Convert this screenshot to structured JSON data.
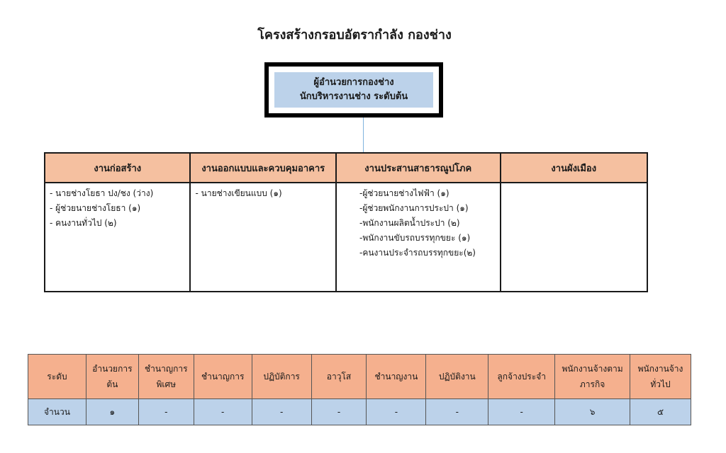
{
  "title": "โครงสร้างกรอบอัตรากำลัง กองช่าง",
  "head": {
    "line1": "ผู้อำนวยการกองช่าง",
    "line2": "นักบริหารงานช่าง ระดับต้น"
  },
  "divisions": [
    {
      "name": "งานก่อสร้าง",
      "members": [
        "- นายช่างโยธา ปง/ชง (ว่าง)",
        "- ผู้ช่วยนายช่างโยธา (๑)",
        "- คนงานทั่วไป (๒)"
      ]
    },
    {
      "name": "งานออกแบบและควบคุมอาคาร",
      "members": [
        "- นายช่างเขียนแบบ (๑)"
      ]
    },
    {
      "name": "งานประสานสาธารณูปโภค",
      "members": [
        "-ผู้ช่วยนายช่างไฟฟ้า (๑)",
        "-ผู้ช่วยพนักงานการประปา (๑)",
        "-พนักงานผลิตน้ำประปา (๒)",
        "-พนักงานขับรถบรรทุกขยะ (๑)",
        "-คนงานประจำรถบรรทุกขยะ(๒)"
      ]
    },
    {
      "name": "งานผังเมือง",
      "members": []
    }
  ],
  "rank_table": {
    "headers": [
      "ระดับ",
      "อำนวยการต้น",
      "ชำนาญการพิเศษ",
      "ชำนาญการ",
      "ปฏิบัติการ",
      "อาวุโส",
      "ชำนาญงาน",
      "ปฏิบัติงาน",
      "ลูกจ้างประจำ",
      "พนักงานจ้างตามภารกิจ",
      "พนักงานจ้างทั่วไป"
    ],
    "values": [
      "จำนวน",
      "๑",
      "-",
      "-",
      "-",
      "-",
      "-",
      "-",
      "-",
      "๖",
      "๕"
    ]
  }
}
